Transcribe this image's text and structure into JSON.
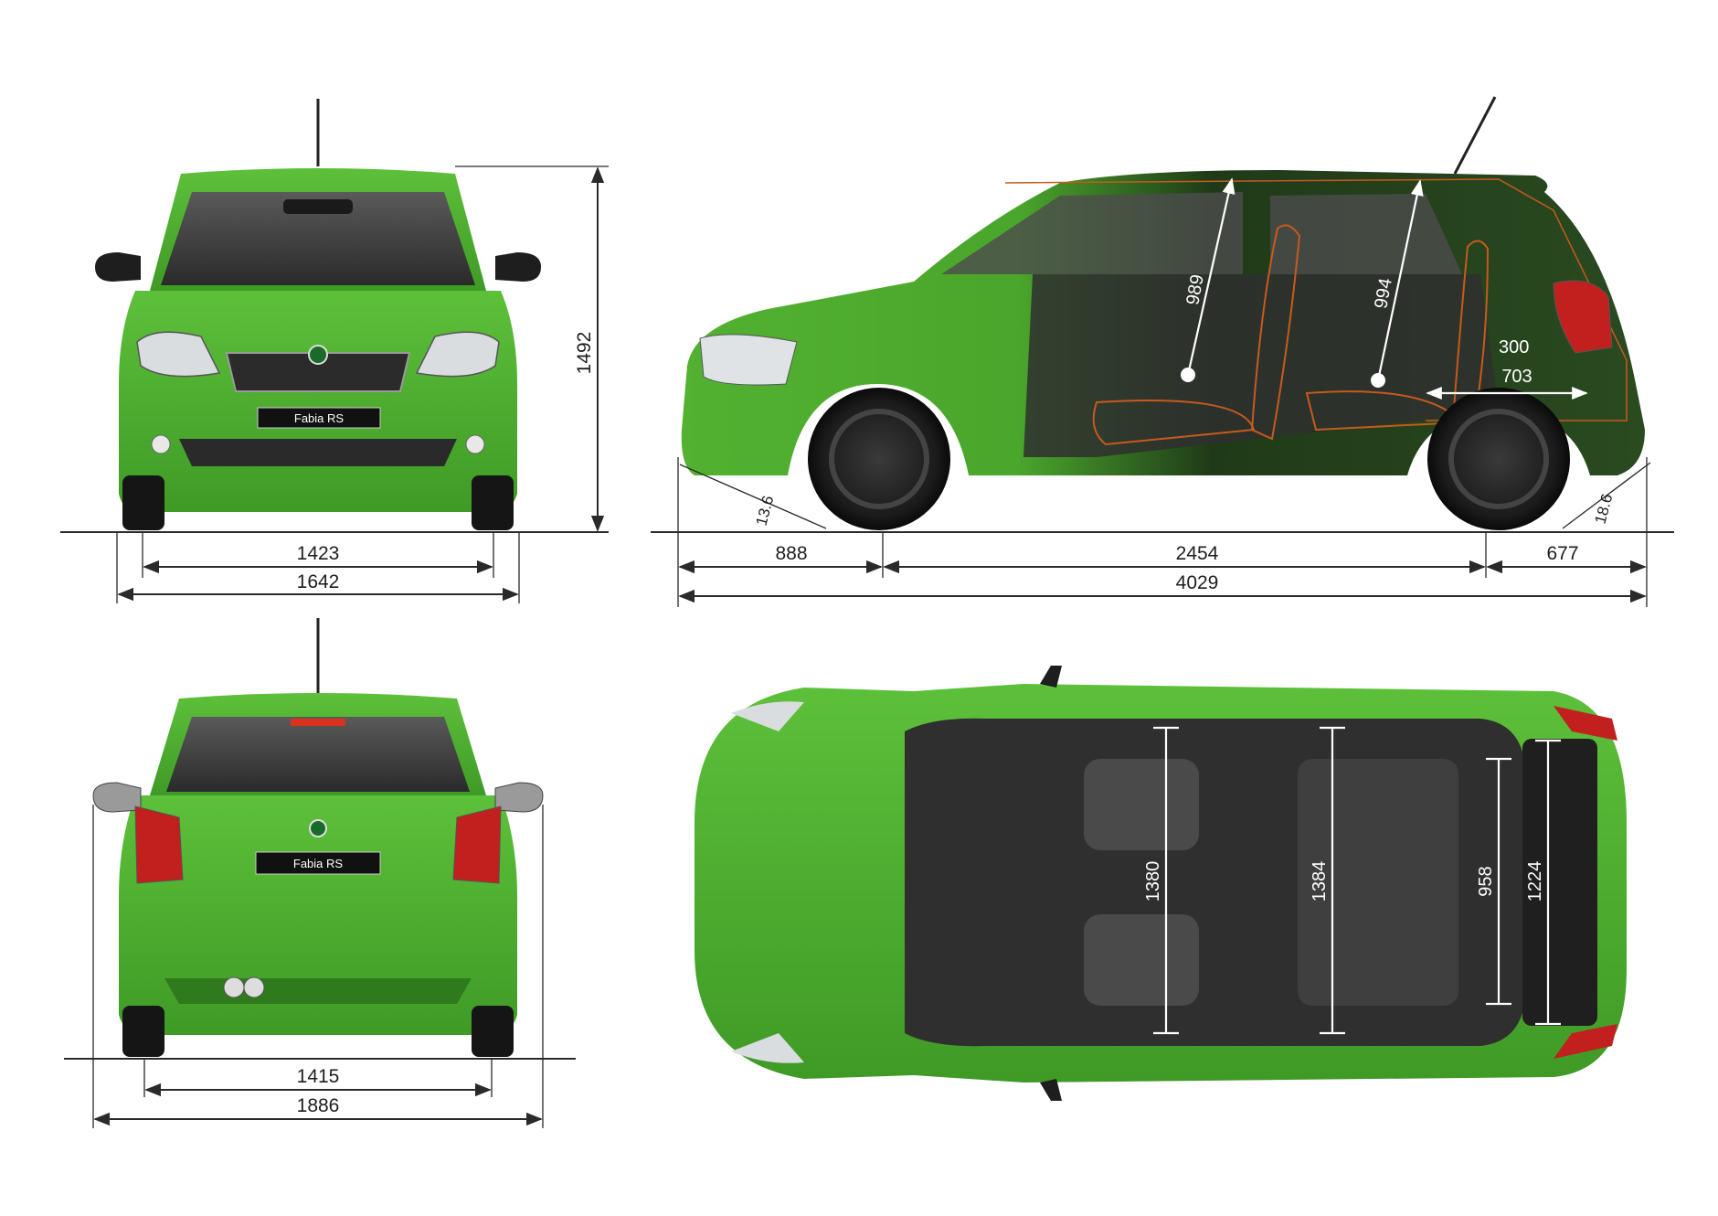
{
  "front_view": {
    "track_width": "1423",
    "overall_width": "1642",
    "height": "1492",
    "plate": "Fabia RS"
  },
  "side_view": {
    "front_overhang": "888",
    "wheelbase": "2454",
    "rear_overhang": "677",
    "length": "4029",
    "approach_angle": "13.6",
    "departure_angle": "18.6",
    "front_headroom": "989",
    "rear_headroom": "994",
    "trunk_height": "300",
    "trunk_length": "703"
  },
  "rear_view": {
    "track_width": "1415",
    "width_mirrors": "1886",
    "plate": "Fabia RS"
  },
  "top_view": {
    "front_shoulder_width": "1380",
    "rear_shoulder_width": "1384",
    "trunk_width_inner": "958",
    "trunk_width": "1224"
  },
  "colors": {
    "body_green": "#4caa2e",
    "body_dark": "#2f7a1c",
    "interior": "#3a3a3a"
  }
}
